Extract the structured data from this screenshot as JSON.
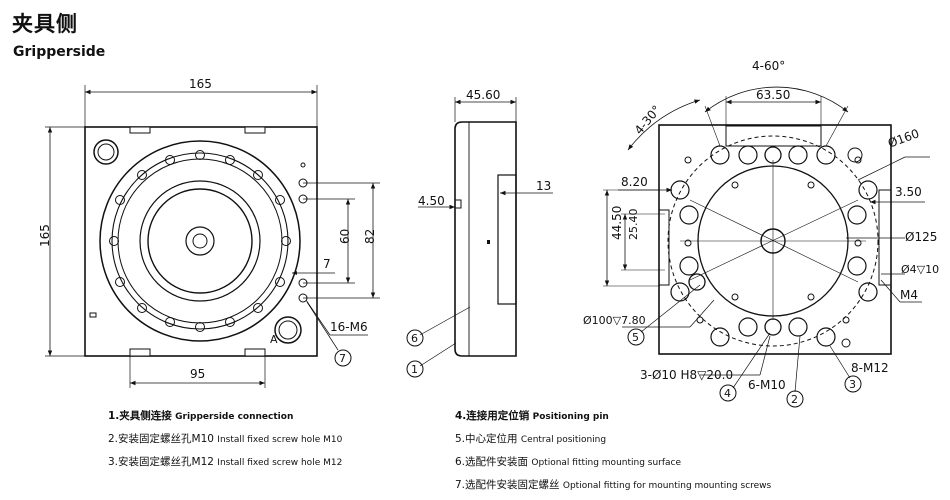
{
  "header": {
    "title_cn": "夹具侧",
    "title_en": "Gripperside"
  },
  "front_view": {
    "dim_width_top": "165",
    "dim_height_left": "165",
    "dim_60": "60",
    "dim_82": "82",
    "dim_7": "7",
    "dim_16m6": "16-M6",
    "dim_95": "95",
    "callout_7": "7",
    "mark_a": "A"
  },
  "side_view": {
    "dim_4560": "45.60",
    "dim_13": "13",
    "dim_450": "4.50",
    "callout_6": "6",
    "callout_1": "1"
  },
  "right_view": {
    "dim_4x60": "4-60°",
    "dim_4x30": "4-30°",
    "dim_6350": "63.50",
    "dim_820": "8.20",
    "dim_phi160": "Ø160",
    "dim_350": "3.50",
    "dim_4450": "44.50",
    "dim_2540": "25.40",
    "dim_phi125": "Ø125",
    "dim_phi4": "Ø4▽10",
    "dim_m4": "M4",
    "dim_phi100": "Ø100▽7.80",
    "dim_3phi10": "3-Ø10 H8▽20.0",
    "dim_6m10": "6-M10",
    "dim_8m12": "8-M12",
    "callout_5": "5",
    "callout_4": "4",
    "callout_2": "2",
    "callout_3": "3"
  },
  "legend": [
    {
      "cn": "1.夹具侧连接",
      "en": "Gripperside connection",
      "bold": true
    },
    {
      "cn": "2.安装固定螺丝孔M10",
      "en": "Install fixed screw hole M10",
      "bold": false
    },
    {
      "cn": "3.安装固定螺丝孔M12",
      "en": "Install fixed screw hole M12",
      "bold": false
    },
    {
      "cn": "4.连接用定位销",
      "en": "Positioning pin",
      "bold": true
    },
    {
      "cn": "5.中心定位用",
      "en": "Central positioning",
      "bold": false
    },
    {
      "cn": "6.选配件安装面",
      "en": "Optional fitting mounting surface",
      "bold": false
    },
    {
      "cn": "7.选配件安装固定螺丝",
      "en": "Optional fitting for mounting mounting screws",
      "bold": false
    }
  ]
}
